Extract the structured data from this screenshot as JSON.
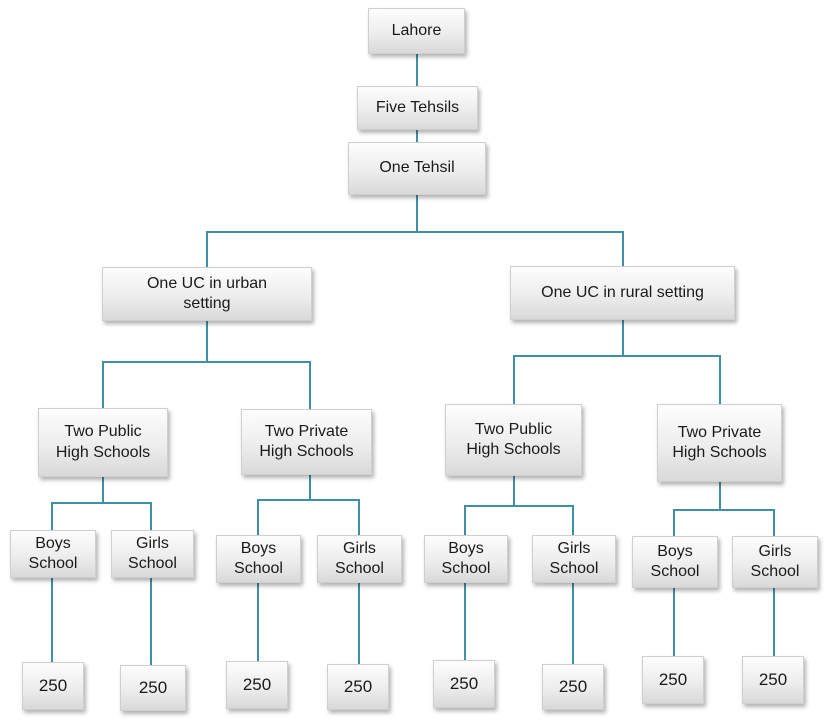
{
  "nodes": {
    "lahore": "Lahore",
    "five_tehsils": "Five Tehsils",
    "one_tehsil": "One Tehsil",
    "uc_urban": "One UC in urban setting",
    "uc_rural": "One UC in rural setting",
    "urban_public": "Two Public High Schools",
    "urban_private": "Two Private High Schools",
    "rural_public": "Two Public High Schools",
    "rural_private": "Two Private High Schools",
    "boys_1": "Boys School",
    "girls_1": "Girls School",
    "boys_2": "Boys School",
    "girls_2": "Girls School",
    "boys_3": "Boys School",
    "girls_3": "Girls School",
    "boys_4": "Boys School",
    "girls_4": "Girls School",
    "leaf_1": "250",
    "leaf_2": "250",
    "leaf_3": "250",
    "leaf_4": "250",
    "leaf_5": "250",
    "leaf_6": "250",
    "leaf_7": "250",
    "leaf_8": "250"
  },
  "colors": {
    "connector": "#3f8fa6",
    "box_border": "#cfcfcf",
    "box_fill_top": "#fdfdfd",
    "box_fill_bottom": "#d9d9d9"
  }
}
